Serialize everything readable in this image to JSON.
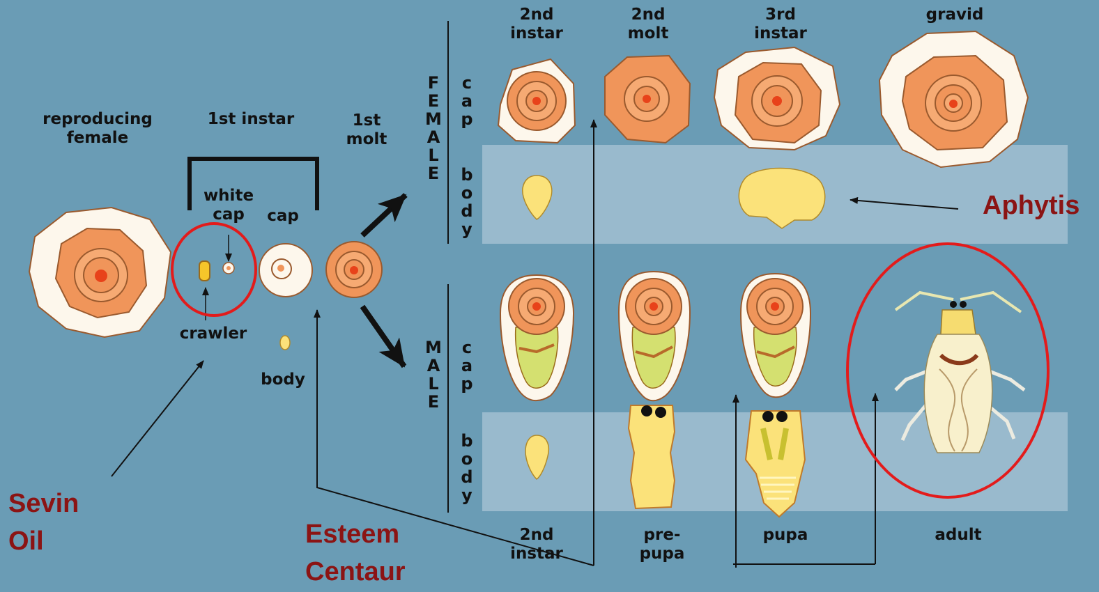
{
  "colors": {
    "background": "#6a9cb5",
    "band": "#a9c4d6",
    "scale_outer": "#fdf7ec",
    "scale_ring": "#f0955a",
    "scale_center": "#e8421a",
    "body_yellow": "#fbe27a",
    "highlight_circle": "#e31b1b",
    "pesticide_text": "#8b1414"
  },
  "left": {
    "reproducing_female": "reproducing\nfemale",
    "first_instar": "1st instar",
    "white_cap": "white\ncap",
    "cap": "cap",
    "first_molt": "1st\nmolt",
    "crawler": "crawler",
    "body": "body"
  },
  "columns": {
    "top": [
      "2nd\ninstar",
      "2nd\nmolt",
      "3rd\ninstar",
      "gravid"
    ],
    "bottom": [
      "2nd\ninstar",
      "pre-\npupa",
      "pupa",
      "adult"
    ]
  },
  "rows": {
    "female": "FEMALE",
    "male": "MALE",
    "cap": "cap",
    "body": "body"
  },
  "treatments": {
    "sevin_oil": "Sevin\nOil",
    "esteem_centaur": "Esteem\nCentaur",
    "aphytis": "Aphytis"
  }
}
